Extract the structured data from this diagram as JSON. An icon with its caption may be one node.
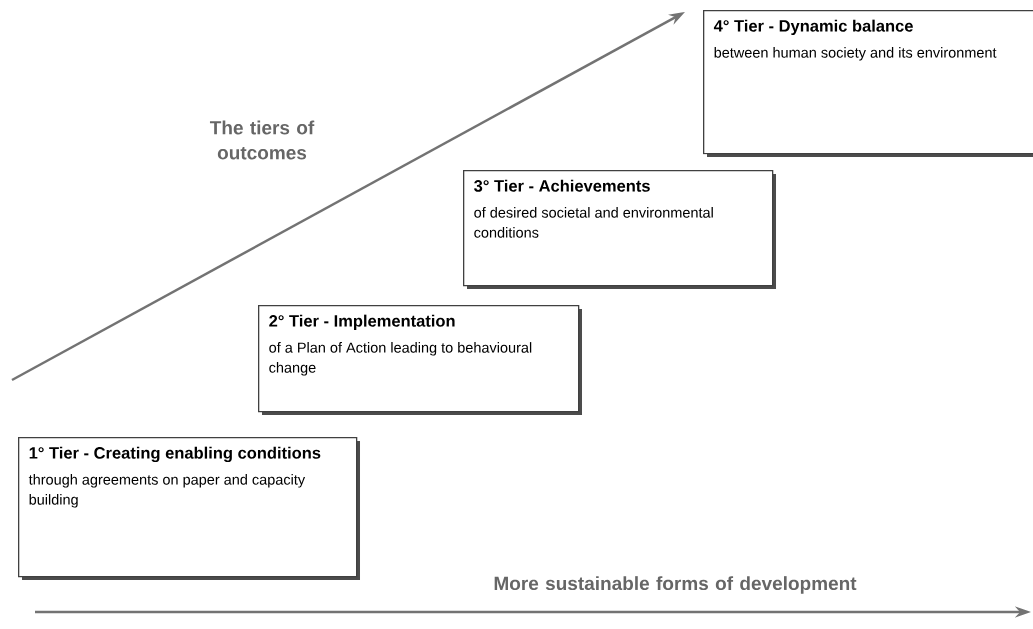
{
  "diagram": {
    "nodes": [
      {
        "text": [
          "4° Tier - Dynamic balance",
          "between human society and its environment"
        ]
      },
      {
        "text": [
          "3° Tier - Achievements",
          "of desired societal and environmental conditions"
        ]
      },
      {
        "text": [
          "2° Tier - Implementation",
          "of a Plan of Action leading to behavioural change"
        ]
      },
      {
        "text": [
          "1° Tier - Creating enabling conditions",
          "through agreements on paper and capacity building"
        ]
      }
    ],
    "labels": [
      "The tiers of outcomes",
      "More sustainable forms of development"
    ]
  }
}
